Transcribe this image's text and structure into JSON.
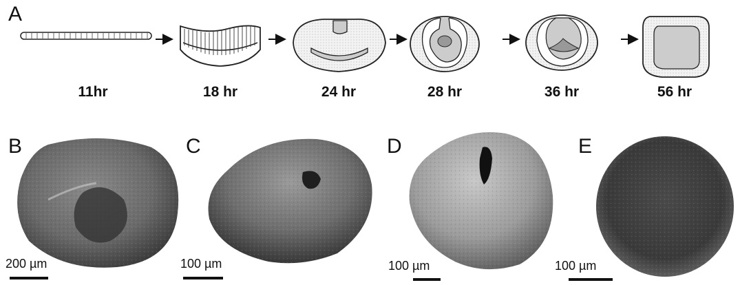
{
  "panel_a": {
    "letter": "A",
    "stages": [
      "11hr",
      "18 hr",
      "24 hr",
      "28 hr",
      "36 hr",
      "56 hr"
    ]
  },
  "panels": {
    "b": {
      "letter": "B",
      "scale": "200 µm"
    },
    "c": {
      "letter": "C",
      "scale": "100 µm"
    },
    "d": {
      "letter": "D",
      "scale": "100 µm"
    },
    "e": {
      "letter": "E",
      "scale": "100 µm"
    }
  }
}
